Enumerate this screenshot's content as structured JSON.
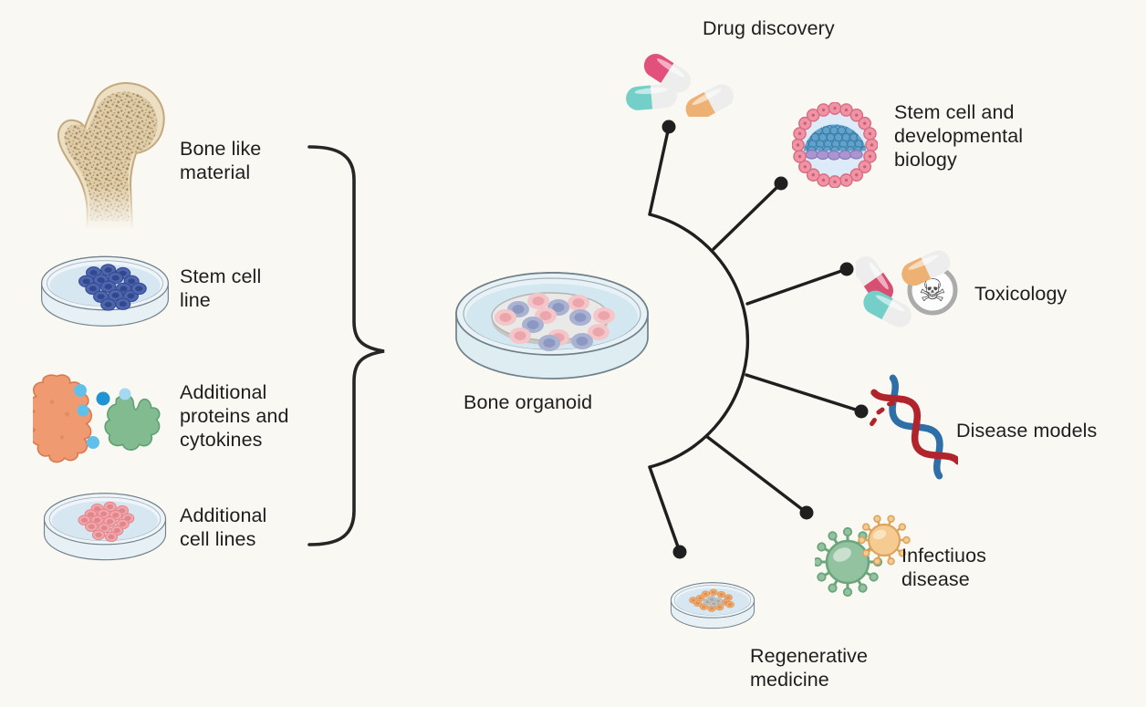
{
  "figure": {
    "title": "Bone organoid applications diagram",
    "background_color": "#FAF8F2",
    "text_color": "#1E1E1E",
    "line_color": "#1F1F1F"
  },
  "center": {
    "label": "Bone organoid",
    "icon": "bone-organoid-dish-icon"
  },
  "inputs": [
    {
      "label": "Bone like\nmaterial",
      "icon": "femur-bone-icon"
    },
    {
      "label": "Stem cell\nline",
      "icon": "petri-dish-stem-cell-icon"
    },
    {
      "label": "Additional\nproteins and\ncytokines",
      "icon": "proteins-cytokines-icon"
    },
    {
      "label": "Additional\ncell lines",
      "icon": "petri-dish-cell-lines-icon"
    }
  ],
  "applications": [
    {
      "label": "Drug discovery",
      "icon": "drug-pills-icon"
    },
    {
      "label": "Stem cell and\ndevelopmental\nbiology",
      "icon": "blastocyst-icon"
    },
    {
      "label": "Toxicology",
      "icon": "toxicology-pills-skull-icon"
    },
    {
      "label": "Disease models",
      "icon": "dna-helix-icon"
    },
    {
      "label": "Infectiuos\ndisease",
      "icon": "virus-particles-icon"
    },
    {
      "label": "Regenerative\nmedicine",
      "icon": "petri-dish-regenerative-icon"
    }
  ],
  "palette": {
    "bone_fill": "#ECDFC4",
    "bone_speckle": "#A98F66",
    "dish_fill": "#EEF4F8",
    "dish_liquid": "#D6E7F1",
    "stem_cell_blue": "#4D66AE",
    "cell_line_pink": "#F2A6AA",
    "organoid_cell_pink": "#F4C6C9",
    "organoid_cell_blue": "#A9B3D1",
    "protein_orange": "#F09A72",
    "protein_green": "#82BB90",
    "cytokine_blue": "#61C0EA",
    "pill_pink": "#E2517C",
    "pill_teal": "#74CFC9",
    "pill_orange": "#EDB173",
    "skull_gray": "#ABABAB",
    "dna_red": "#B2242B",
    "dna_blue": "#2F6FA7",
    "virus_green": "#93C2A0",
    "virus_orange": "#F5CB92",
    "regen_cell_orange": "#F1AD72"
  }
}
